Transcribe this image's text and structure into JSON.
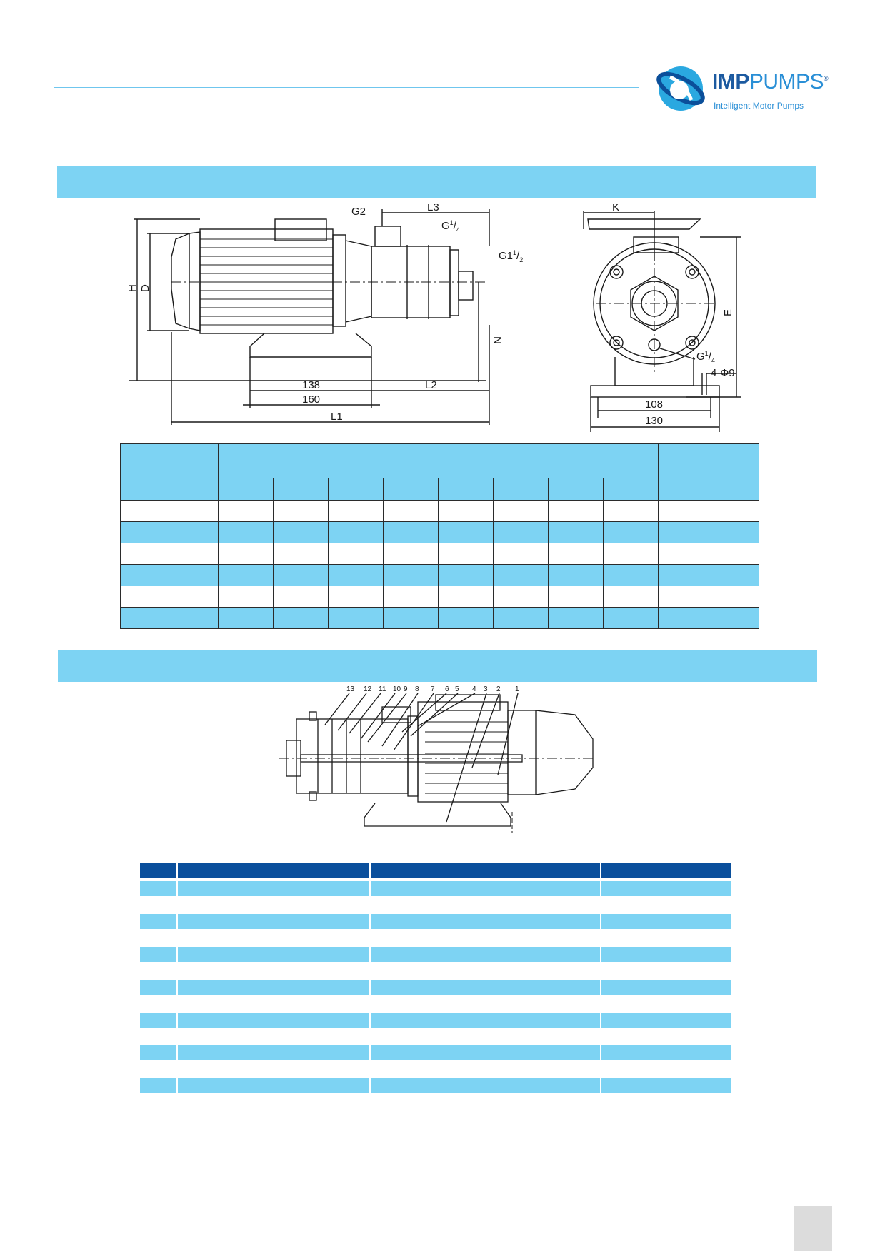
{
  "header": {
    "brand_bold": "IMP",
    "brand_light": "PUMPS",
    "registered": "®",
    "tagline": "Intelligent Motor Pumps",
    "colors": {
      "brand_dark": "#1c5aa0",
      "brand_light": "#2a8fd6",
      "section_bar": "#7dd3f3",
      "table_header_dark": "#0a4f9c"
    }
  },
  "dimension_drawing": {
    "side_labels": {
      "g2": "G2",
      "l3": "L3",
      "g14": "G",
      "g14_num": "1",
      "g14_den": "4",
      "g112_int": "G1",
      "g112_num": "1",
      "g112_den": "2",
      "h": "H",
      "d": "D",
      "n": "N",
      "d138": "138",
      "d160": "160",
      "l2": "L2",
      "l1": "L1"
    },
    "front_labels": {
      "k": "K",
      "e": "E",
      "g14b": "G",
      "g14b_num": "1",
      "g14b_den": "4",
      "holes": "4-Φ9",
      "d108": "108",
      "d130": "130"
    }
  },
  "dimension_table": {
    "rows": 6,
    "sub_columns": 8
  },
  "sectional_drawing": {
    "part_numbers": [
      "13",
      "12",
      "11",
      "10",
      "9",
      "8",
      "7",
      "6",
      "5",
      "4",
      "3",
      "2",
      "1"
    ]
  },
  "parts_table": {
    "rows": 14
  },
  "icons": [
    "imp-logo-icon"
  ]
}
